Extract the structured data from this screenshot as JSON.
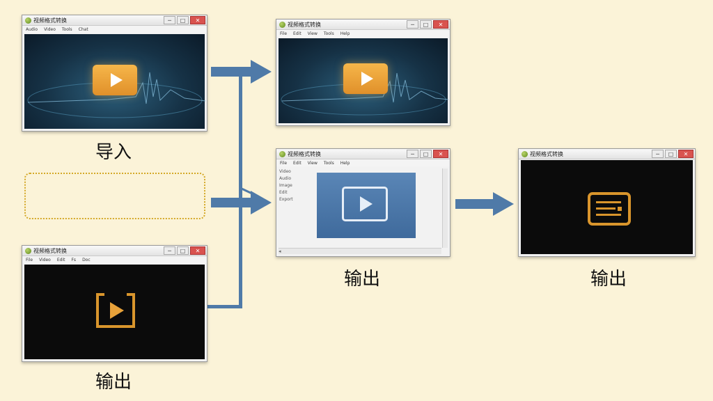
{
  "windows": {
    "w1": {
      "title": "视频格式转换",
      "menu": [
        "Audio",
        "Video",
        "Tools",
        "Chat"
      ]
    },
    "w2": {
      "title": "视频格式转换",
      "menu": [
        "File",
        "Video",
        "Edit",
        "Fs",
        "Doc"
      ]
    },
    "w3": {
      "title": "视频格式转换",
      "menu": [
        "File",
        "Edit",
        "View",
        "Tools",
        "Help"
      ],
      "sidebar": [
        "Video",
        "Audio",
        "Image",
        "Edit",
        "Export"
      ]
    },
    "w4": {
      "title": "视频格式转换"
    },
    "w5": {
      "title": "视频格式转换",
      "menu": [
        "File",
        "Edit",
        "View",
        "Tools",
        "Help"
      ]
    }
  },
  "captions": {
    "import": "导入",
    "output_bottom_left": "输出",
    "output_middle": "输出",
    "output_right": "输出"
  },
  "colors": {
    "background": "#fbf3d8",
    "arrow": "#4f7aa8",
    "placeholder_border": "#d4a826",
    "play_orange": "#f0a83a"
  }
}
